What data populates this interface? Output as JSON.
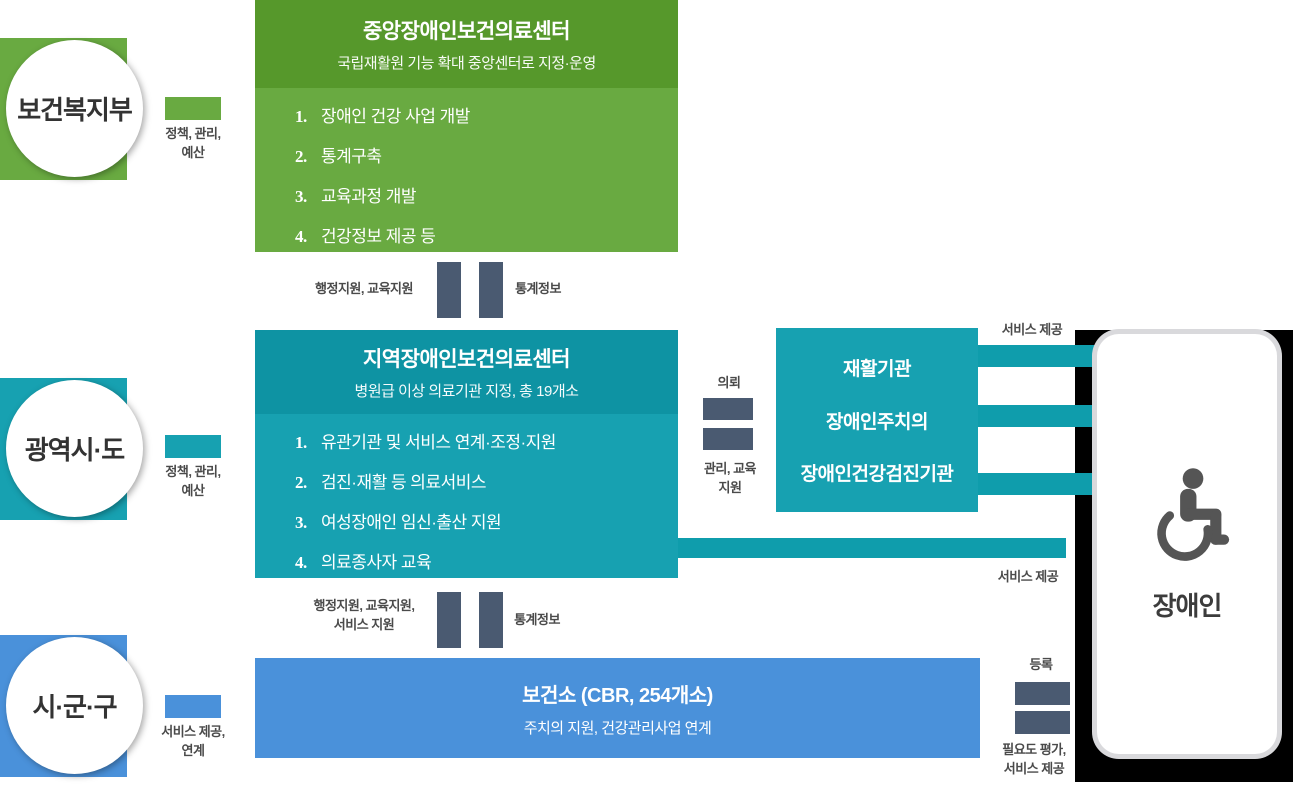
{
  "government_levels": [
    {
      "name": "보건복지부",
      "arrow_label": "정책, 관리,\n예산"
    },
    {
      "name": "광역시·도",
      "arrow_label": "정책, 관리,\n예산"
    },
    {
      "name": "시·군·구",
      "arrow_label": "서비스 제공,\n연계"
    }
  ],
  "central_center": {
    "title": "중앙장애인보건의료센터",
    "subtitle": "국립재활원 기능 확대 중앙센터로 지정·운영",
    "items": [
      {
        "num": "1.",
        "text": "장애인 건강 사업 개발"
      },
      {
        "num": "2.",
        "text": "통계구축"
      },
      {
        "num": "3.",
        "text": "교육과정 개발"
      },
      {
        "num": "4.",
        "text": "건강정보 제공 등"
      }
    ]
  },
  "regional_center": {
    "title": "지역장애인보건의료센터",
    "subtitle": "병원급 이상 의료기관 지정, 총 19개소",
    "items": [
      {
        "num": "1.",
        "text": "유관기관 및 서비스 연계·조정·지원"
      },
      {
        "num": "2.",
        "text": "검진·재활 등 의료서비스"
      },
      {
        "num": "3.",
        "text": "여성장애인 임신·출산 지원"
      },
      {
        "num": "4.",
        "text": "의료종사자 교육"
      }
    ]
  },
  "health_center": {
    "title": "보건소 (CBR, 254개소)",
    "subtitle": "주치의 지원, 건강관리사업 연계"
  },
  "partner_institutions": {
    "items": [
      "재활기관",
      "장애인주치의",
      "장애인건강검진기관"
    ]
  },
  "disabled_person": {
    "label": "장애인",
    "icon": "wheelchair-icon"
  },
  "connectors": {
    "central_down_label": "행정지원, 교육지원",
    "central_up_label": "통계정보",
    "regional_down_label": "행정지원, 교육지원,\n서비스 지원",
    "regional_up_label": "통계정보",
    "referral_label": "의뢰",
    "manage_label": "관리, 교육\n지원",
    "partner_service_label": "서비스 제공",
    "regional_service_label": "서비스 제공",
    "register_label": "등록",
    "needs_label": "필요도 평가,\n서비스 제공"
  },
  "colors": {
    "green_dark": "#56982b",
    "green": "#69aa41",
    "teal_dark": "#0e93a3",
    "teal": "#17a1b1",
    "teal_bar": "#0f9dac",
    "blue": "#4a91da",
    "slate": "#4a5a71",
    "label_text": "#4a4a4a",
    "backdrop": "#000000"
  }
}
